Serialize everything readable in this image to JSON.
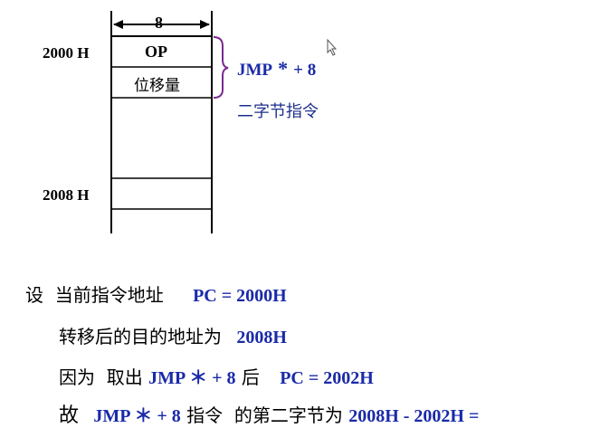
{
  "diagram": {
    "width_label": "8",
    "addresses": [
      "2000 H",
      "2008 H"
    ],
    "cells": [
      "OP",
      "位移量"
    ],
    "instruction": {
      "prefix": "JMP",
      "symbol": "*",
      "suffix": "+ 8",
      "note": "二字节指令"
    }
  },
  "explanation": {
    "line1": {
      "text": "设  当前指令地址",
      "value": "PC = 2000H"
    },
    "line2": {
      "text": "转移后的目的地址为",
      "value": "2008H"
    },
    "line3": {
      "text_a": "因为  取出",
      "value_a": "JMP ＊ + 8",
      "text_b": "后",
      "value_b": "PC = 2002H"
    },
    "line4": {
      "text_a": "故",
      "value_a": "JMP ＊ + 8",
      "text_b": "指令  的第二字节为",
      "value_b": "2008H - 2002H ="
    }
  },
  "colors": {
    "accent": "#1a2aa8",
    "brace": "#7b2a8f"
  }
}
